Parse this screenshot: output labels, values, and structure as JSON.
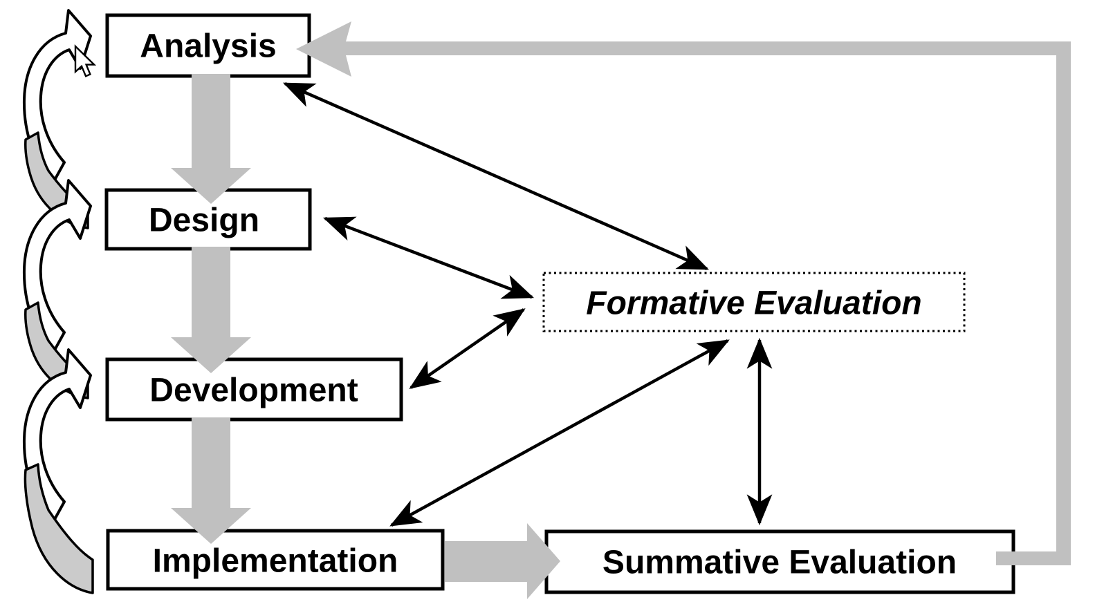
{
  "diagram": {
    "nodes": [
      {
        "id": "analysis",
        "label": "Analysis",
        "shape": "solid-box"
      },
      {
        "id": "design",
        "label": "Design",
        "shape": "solid-box"
      },
      {
        "id": "development",
        "label": "Development",
        "shape": "solid-box"
      },
      {
        "id": "implementation",
        "label": "Implementation",
        "shape": "solid-box"
      },
      {
        "id": "formative-evaluation",
        "label": "Formative Evaluation",
        "shape": "dotted-box"
      },
      {
        "id": "summative-evaluation",
        "label": "Summative Evaluation",
        "shape": "solid-box"
      }
    ],
    "connections": [
      {
        "from": "analysis",
        "to": "design",
        "style": "thick-gray-arrow"
      },
      {
        "from": "design",
        "to": "development",
        "style": "thick-gray-arrow"
      },
      {
        "from": "development",
        "to": "implementation",
        "style": "thick-gray-arrow"
      },
      {
        "from": "implementation",
        "to": "summative-evaluation",
        "style": "thick-gray-arrow"
      },
      {
        "from": "summative-evaluation",
        "to": "analysis",
        "style": "thick-gray-elbow-arrow"
      },
      {
        "from": "formative-evaluation",
        "to": "analysis",
        "style": "thin-double-headed-arrow"
      },
      {
        "from": "formative-evaluation",
        "to": "design",
        "style": "thin-double-headed-arrow"
      },
      {
        "from": "formative-evaluation",
        "to": "development",
        "style": "thin-double-headed-arrow"
      },
      {
        "from": "formative-evaluation",
        "to": "implementation",
        "style": "thin-double-headed-arrow"
      },
      {
        "from": "formative-evaluation",
        "to": "summative-evaluation",
        "style": "thin-double-headed-arrow"
      },
      {
        "from": "design",
        "to": "analysis",
        "style": "curved-ribbon-loop"
      },
      {
        "from": "development",
        "to": "design",
        "style": "curved-ribbon-loop"
      },
      {
        "from": "implementation",
        "to": "development",
        "style": "curved-ribbon-loop"
      }
    ],
    "colors": {
      "thick_arrow_gray": "#c0c0c0",
      "ribbon_gray": "#cbcbcb",
      "box_border": "#000000",
      "box_fill": "#ffffff",
      "text": "#000000",
      "background": "#ffffff"
    },
    "cursor": {
      "type": "arrow-pointer"
    }
  }
}
